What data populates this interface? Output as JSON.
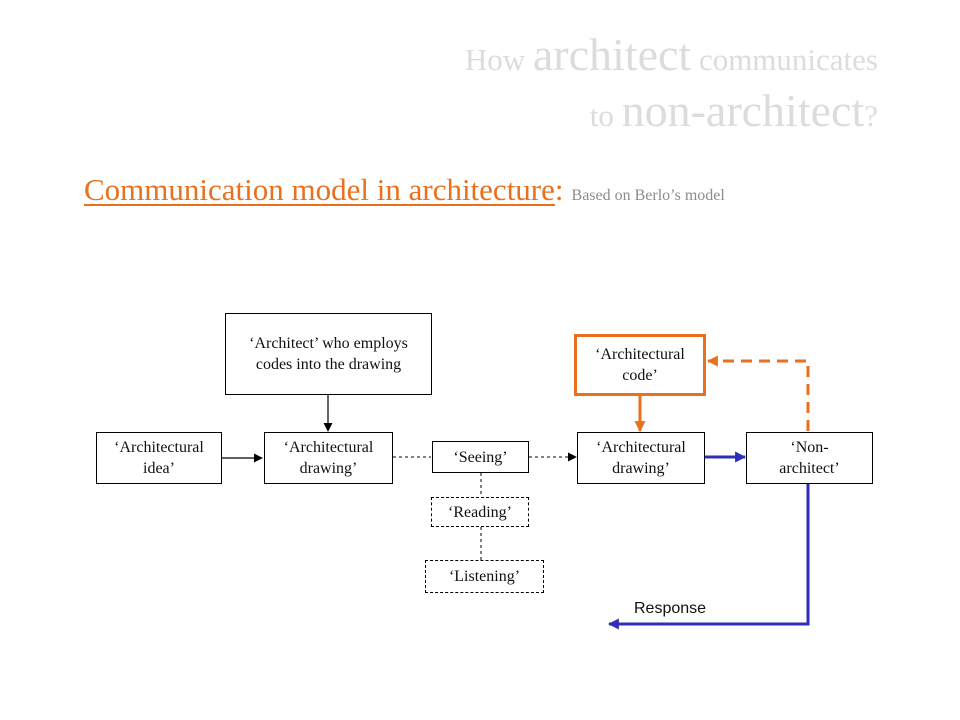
{
  "header": {
    "title_line1": [
      {
        "text": "How ",
        "size": "small"
      },
      {
        "text": "architect",
        "size": "big"
      },
      {
        "text": " communicates",
        "size": "small"
      }
    ],
    "title_line2": [
      {
        "text": "to ",
        "size": "small"
      },
      {
        "text": "non-architect",
        "size": "big"
      },
      {
        "text": "?",
        "size": "small"
      }
    ],
    "subtitle_main": "Communication model in architecture",
    "subtitle_colon": ":",
    "subtitle_note": "Based on Berlo’s model"
  },
  "nodes": {
    "architect": "‘Architect’ who employs codes into the drawing",
    "idea": "‘Architectural idea’",
    "drawing_left": "‘Architectural drawing’",
    "seeing": "‘Seeing’",
    "reading": "‘Reading’",
    "listening": "‘Listening’",
    "code": "‘Architectural code’",
    "drawing_right": "‘Architectural drawing’",
    "non_architect": "‘Non-architect’"
  },
  "response_label": "Response",
  "colors": {
    "title": "#dcdcdc",
    "accent": "#e8701e",
    "note": "#8c8c8c",
    "blue_arrow": "#2e2eb8",
    "black": "#000000"
  }
}
